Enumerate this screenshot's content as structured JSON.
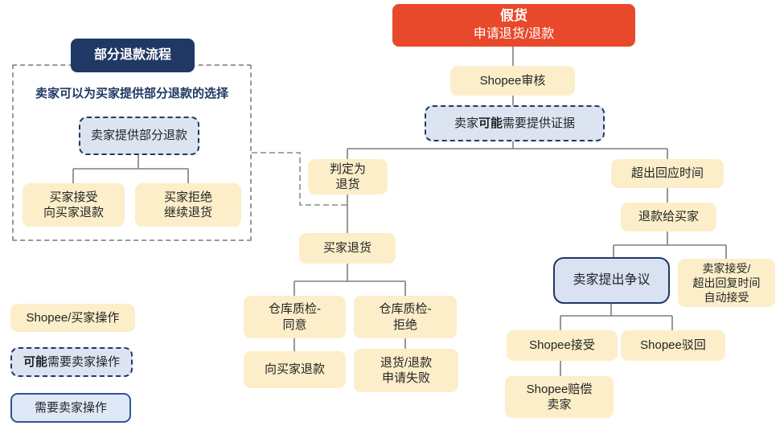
{
  "colors": {
    "brand_red": "#E8492B",
    "navy": "#1F3864",
    "node_yellow": "#FBEEC9",
    "node_light_blue": "#DCE4F2",
    "connector_gray": "#7F7F7F"
  },
  "root": {
    "line1": "假货",
    "line2": "申请退货/退款"
  },
  "nodes": {
    "review": "Shopee审核",
    "evidence": {
      "pre": "卖家",
      "bold": "可能",
      "post": "需要提供证据"
    },
    "judged_return": "判定为\n退货",
    "over_response": "超出回应时间",
    "buyer_return": "买家退货",
    "qc_agree": "仓库质检-\n同意",
    "qc_reject": "仓库质检-\n拒绝",
    "refund_buyer_mid": "向买家退款",
    "apply_fail": "退货/退款\n申请失败",
    "refund_to_buyer": "退款给买家",
    "dispute": "卖家提出争议",
    "seller_accept_auto": "卖家接受/\n超出回复时间\n自动接受",
    "shopee_accept": "Shopee接受",
    "shopee_reject": "Shopee驳回",
    "shopee_compensate": "Shopee赔偿\n卖家"
  },
  "partial_panel": {
    "title": "部分退款流程",
    "subtitle": "卖家可以为买家提供部分退款的选择",
    "offer": "卖家提供部分退款",
    "buyer_accept": "买家接受\n向买家退款",
    "buyer_reject": "买家拒绝\n继续退货"
  },
  "legend": {
    "shopee_buyer": "Shopee/买家操作",
    "maybe_seller": {
      "bold": "可能",
      "post": "需要卖家操作"
    },
    "need_seller": "需要卖家操作"
  }
}
